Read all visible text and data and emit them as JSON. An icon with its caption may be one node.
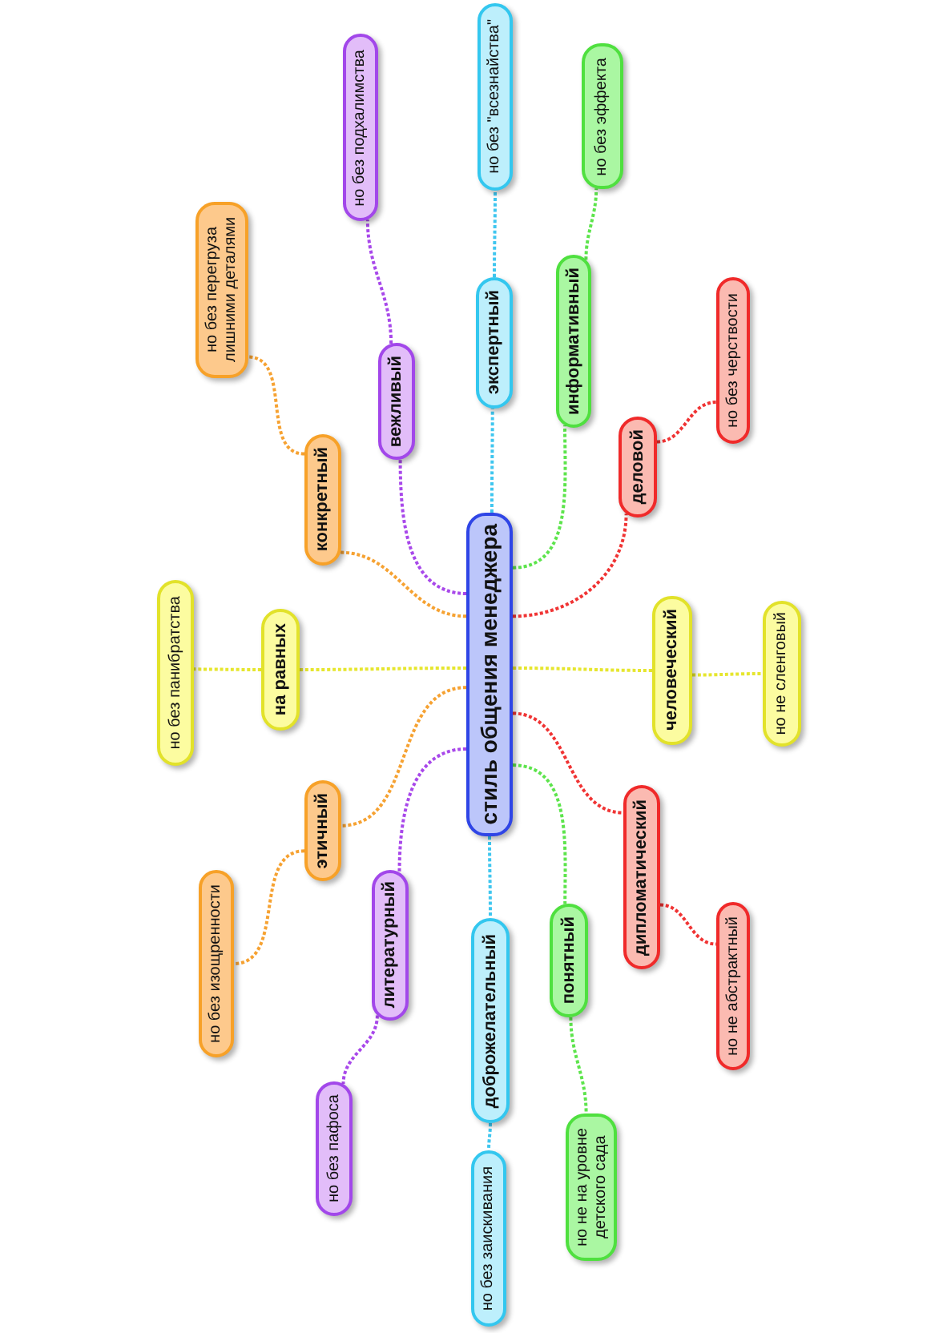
{
  "diagram": {
    "nodes": [
      {
        "text": [
          "стиль общения менеджера"
        ]
      },
      {
        "text": [
          "на равных"
        ]
      },
      {
        "text": [
          "но без панибратства"
        ]
      },
      {
        "text": [
          "конкретный"
        ]
      },
      {
        "text": [
          "но без перегруза лишними деталями"
        ]
      },
      {
        "text": [
          "вежливый"
        ]
      },
      {
        "text": [
          "но без подхалимства"
        ]
      },
      {
        "text": [
          "экспертный"
        ]
      },
      {
        "text": [
          "но без \"всезнайства\""
        ]
      },
      {
        "text": [
          "информативный"
        ]
      },
      {
        "text": [
          "но без эффекта"
        ]
      },
      {
        "text": [
          "деловой"
        ]
      },
      {
        "text": [
          "но без черствости"
        ]
      },
      {
        "text": [
          "человеческий"
        ]
      },
      {
        "text": [
          "но не сленговый"
        ]
      },
      {
        "text": [
          "дипломатический"
        ]
      },
      {
        "text": [
          "но не абстрактный"
        ]
      },
      {
        "text": [
          "понятный"
        ]
      },
      {
        "text": [
          "но не на уровне детского сада"
        ]
      },
      {
        "text": [
          "доброжелательный"
        ]
      },
      {
        "text": [
          "но без заискивания"
        ]
      },
      {
        "text": [
          "литературный"
        ]
      },
      {
        "text": [
          "но без пафоса"
        ]
      },
      {
        "text": [
          "этичный"
        ]
      },
      {
        "text": [
          "но без изощренности"
        ]
      }
    ],
    "edges": [
      {
        "from": 0,
        "to": 1,
        "arrow": "none",
        "color": "#e6e62e"
      },
      {
        "from": 1,
        "to": 2,
        "arrow": "none",
        "color": "#e6e62e"
      },
      {
        "from": 0,
        "to": 3,
        "arrow": "none",
        "color": "#f6a232"
      },
      {
        "from": 3,
        "to": 4,
        "arrow": "none",
        "color": "#f6a232"
      },
      {
        "from": 0,
        "to": 5,
        "arrow": "none",
        "color": "#a848ea"
      },
      {
        "from": 5,
        "to": 6,
        "arrow": "none",
        "color": "#a848ea"
      },
      {
        "from": 0,
        "to": 7,
        "arrow": "none",
        "color": "#3fc6ef"
      },
      {
        "from": 7,
        "to": 8,
        "arrow": "none",
        "color": "#3fc6ef"
      },
      {
        "from": 0,
        "to": 9,
        "arrow": "none",
        "color": "#5de44c"
      },
      {
        "from": 9,
        "to": 10,
        "arrow": "none",
        "color": "#5de44c"
      },
      {
        "from": 0,
        "to": 11,
        "arrow": "none",
        "color": "#f03434"
      },
      {
        "from": 11,
        "to": 12,
        "arrow": "none",
        "color": "#f03434"
      },
      {
        "from": 0,
        "to": 13,
        "arrow": "none",
        "color": "#e6e62e"
      },
      {
        "from": 13,
        "to": 14,
        "arrow": "none",
        "color": "#e6e62e"
      },
      {
        "from": 0,
        "to": 15,
        "arrow": "none",
        "color": "#f03434"
      },
      {
        "from": 15,
        "to": 16,
        "arrow": "none",
        "color": "#f03434"
      },
      {
        "from": 0,
        "to": 17,
        "arrow": "none",
        "color": "#5de44c"
      },
      {
        "from": 17,
        "to": 18,
        "arrow": "none",
        "color": "#5de44c"
      },
      {
        "from": 0,
        "to": 19,
        "arrow": "none",
        "color": "#3fc6ef"
      },
      {
        "from": 19,
        "to": 20,
        "arrow": "none",
        "color": "#3fc6ef"
      },
      {
        "from": 0,
        "to": 21,
        "arrow": "none",
        "color": "#a848ea"
      },
      {
        "from": 21,
        "to": 22,
        "arrow": "none",
        "color": "#a848ea"
      },
      {
        "from": 0,
        "to": 23,
        "arrow": "none",
        "color": "#f6a232"
      },
      {
        "from": 23,
        "to": 24,
        "arrow": "none",
        "color": "#f6a232"
      }
    ]
  }
}
